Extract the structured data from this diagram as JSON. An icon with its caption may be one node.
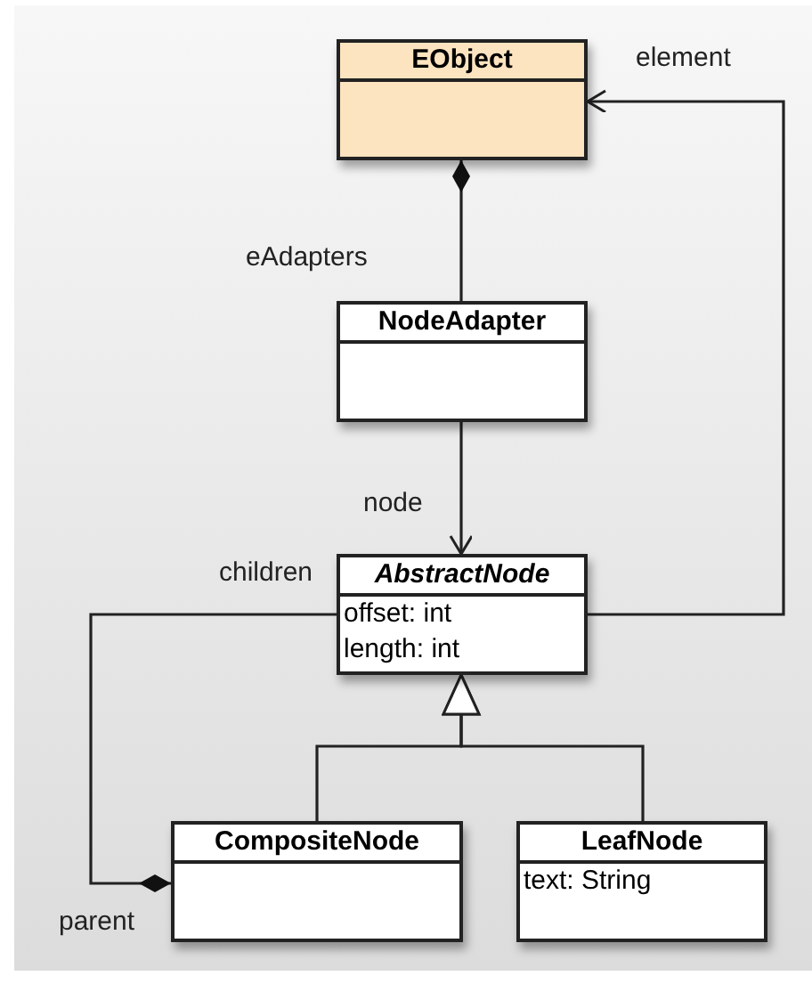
{
  "diagram": {
    "nodes": [
      {
        "text": [
          "EObject"
        ]
      },
      {
        "text": [
          "NodeAdapter"
        ]
      },
      {
        "text": [
          "AbstractNode",
          "offset: int",
          "length: int"
        ]
      },
      {
        "text": [
          "CompositeNode"
        ]
      },
      {
        "text": [
          "LeafNode",
          "text: String"
        ]
      }
    ],
    "edges": [
      {
        "from": 0,
        "to": 1,
        "arrow": "other",
        "label": "eAdapters"
      },
      {
        "from": 1,
        "to": 2,
        "arrow": "to",
        "label": "node"
      },
      {
        "from": 2,
        "to": 0,
        "arrow": "to",
        "label": "element"
      },
      {
        "from": 3,
        "to": 2,
        "arrow": "to"
      },
      {
        "from": 4,
        "to": 2,
        "arrow": "to"
      },
      {
        "from": 3,
        "to": 2,
        "arrow": "other",
        "label": "parent"
      }
    ],
    "labels": [
      "children"
    ]
  }
}
